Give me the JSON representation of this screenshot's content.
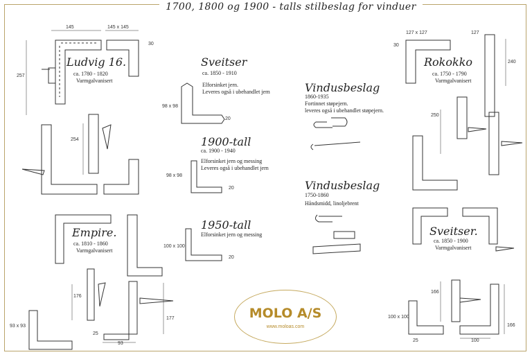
{
  "title": "1700, 1800 og 1900 - talls stilbeslag for vinduer",
  "sections": {
    "ludvig": {
      "name": "Ludvig 16.",
      "years": "ca. 1780 - 1820",
      "note": "Varmgalvanisert"
    },
    "sveitser_top": {
      "name": "Sveitser",
      "years": "ca. 1850 - 1910",
      "line1": "Elforsinket jern.",
      "line2": "Leveres også i ubehandlet jern"
    },
    "tall1900": {
      "name": "1900-tall",
      "years": "ca. 1900 - 1940",
      "line1": "Elforsinket jern og messing",
      "line2": "Leveres også i ubehandlet jern"
    },
    "tall1950": {
      "name": "1950-tall",
      "line1": "Elforsinket jern og messing"
    },
    "vindus1": {
      "name": "Vindusbeslag",
      "years": "1860-1935",
      "line1": "Fortinnet støpejern.",
      "line2": "leveres også i ubehandlet støpejern."
    },
    "vindus2": {
      "name": "Vindusbeslag",
      "years": "1750-1860",
      "line1": "Håndsmidd, linoljebrent"
    },
    "rokokko": {
      "name": "Rokokko",
      "years": "ca. 1750 - 1790",
      "note": "Varmgalvanisert"
    },
    "empire": {
      "name": "Empire.",
      "years": "ca. 1810 - 1860",
      "note": "Varmgalvanisert"
    },
    "sveitser_bottom": {
      "name": "Sveitser.",
      "years": "ca. 1850 - 1900",
      "note": "Varmgalvanisert"
    }
  },
  "dims": {
    "d145a": "145",
    "d145x145": "145 x 145",
    "d30a": "30",
    "d257": "257",
    "d254": "254",
    "d98a": "98 x 98",
    "d20a": "20",
    "d98b": "98 x 98",
    "d20b": "20",
    "d100a": "100 x 100",
    "d20c": "20",
    "d127x127": "127 x 127",
    "d127": "127",
    "d30b": "30",
    "d240": "240",
    "d250": "250",
    "d176": "176",
    "d93x93": "93 x 93",
    "d25a": "25",
    "d93": "93",
    "d177": "177",
    "d166a": "166",
    "d100b": "100 x 100",
    "d25b": "25",
    "d166b": "166",
    "d100c": "100"
  },
  "brand": {
    "name": "MOLO A/S",
    "url": "www.moloas.com",
    "color": "#b58b2a"
  }
}
